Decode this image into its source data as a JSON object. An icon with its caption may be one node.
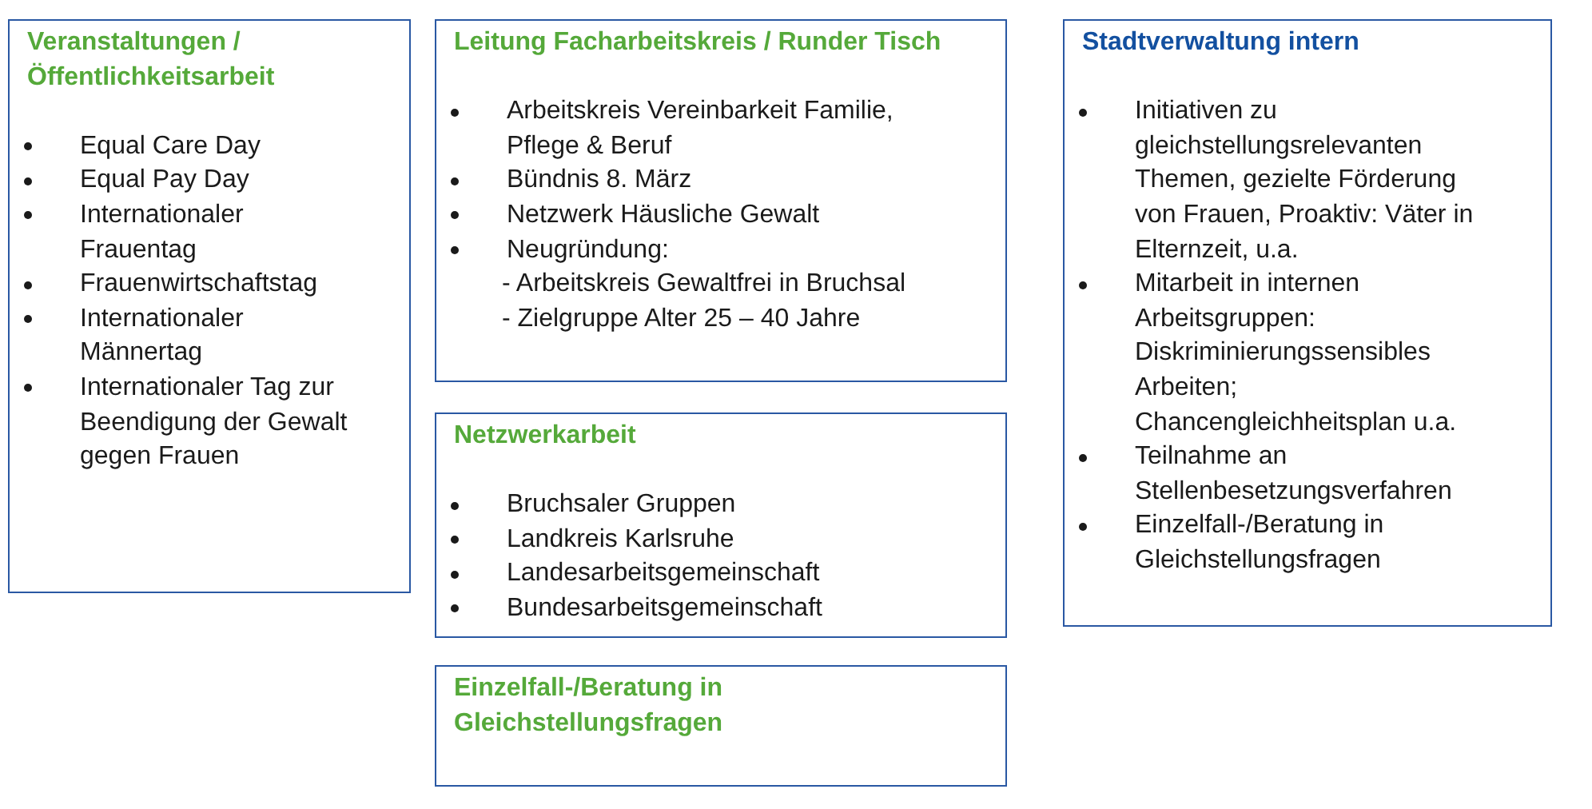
{
  "diagram": {
    "nodes": [
      {
        "text": [
          "Veranstaltungen / Öffentlichkeitsarbeit",
          "Equal Care Day",
          "Equal Pay Day",
          "Internationaler Frauentag",
          "Frauenwirtschaftstag",
          "Internationaler Männertag",
          "Internationaler Tag zur Beendigung der Gewalt gegen Frauen"
        ]
      },
      {
        "text": [
          "Leitung Facharbeitskreis / Runder Tisch",
          "Arbeitskreis Vereinbarkeit Familie, Pflege & Beruf",
          "Bündnis 8. März",
          "Netzwerk Häusliche Gewalt",
          "Neugründung:",
          "- Arbeitskreis Gewaltfrei in Bruchsal",
          "- Zielgruppe Alter 25 – 40 Jahre"
        ]
      },
      {
        "text": [
          "Netzwerkarbeit",
          "Bruchsaler Gruppen",
          "Landkreis Karlsruhe",
          "Landesarbeitsgemeinschaft",
          "Bundesarbeitsgemeinschaft"
        ]
      },
      {
        "text": [
          "Einzelfall-/Beratung in Gleichstellungsfragen"
        ]
      },
      {
        "text": [
          "Stadtverwaltung intern",
          "Initiativen zu gleichstellungsrelevanten Themen, gezielte Förderung von Frauen, Proaktiv: Väter in Elternzeit, u.a.",
          "Mitarbeit in internen Arbeitsgruppen: Diskriminierungssensibles Arbeiten; Chancengleichheitsplan u.a.",
          "Teilnahme an Stellenbesetzungsverfahren",
          "Einzelfall-/Beratung in Gleichstellungsfragen"
        ]
      }
    ]
  }
}
